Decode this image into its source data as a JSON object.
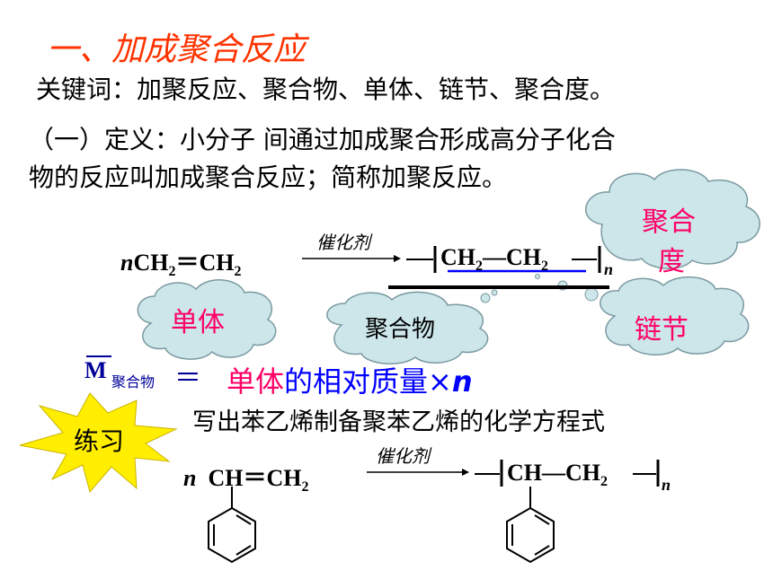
{
  "title": "一、加成聚合反应",
  "keywords": "关键词：加聚反应、聚合物、单体、链节、聚合度。",
  "definition": {
    "line1": "（一）定义：小分子 间通过加成聚合形成高分子化合",
    "line2": "物的反应叫加成聚合反应；简称加聚反应。"
  },
  "reaction1": {
    "reactant_n": "n",
    "reactant": "CH",
    "reactant_sub": "2",
    "reactant_bond": "＝",
    "reactant2": "CH",
    "reactant2_sub": "2",
    "catalyst": "催化剂",
    "product_unit_a": "CH",
    "product_sub_a": "2",
    "product_bond": "—",
    "product_unit_b": "CH",
    "product_sub_b": "2",
    "product_n": "n"
  },
  "clouds": {
    "degree_line1": "聚合",
    "degree_line2": "度",
    "monomer": "单体",
    "polymer": "聚合物",
    "chain_unit": "链节"
  },
  "formula": {
    "symbol": "M",
    "subscript": "聚合物",
    "equals": "＝",
    "rhs_pink": "单体",
    "rhs_blue": "的相对质量×",
    "rhs_n": "n"
  },
  "exercise": {
    "badge": "练习",
    "prompt": "写出苯乙烯制备聚苯乙烯的化学方程式"
  },
  "reaction2": {
    "reactant_n": "n",
    "reactant": "CH",
    "reactant_bond": "＝",
    "reactant2": "CH",
    "reactant2_sub": "2",
    "catalyst": "催化剂",
    "product_unit_a": "CH",
    "product_bond": "—",
    "product_unit_b": "CH",
    "product_sub_b": "2",
    "product_n": "n"
  },
  "colors": {
    "title": "#ff3300",
    "cloud_fill": "#cce6ea",
    "cloud_text": "#ff0066",
    "blue": "#0000ff",
    "navy": "#000099",
    "star_fill": "#ffee00"
  }
}
